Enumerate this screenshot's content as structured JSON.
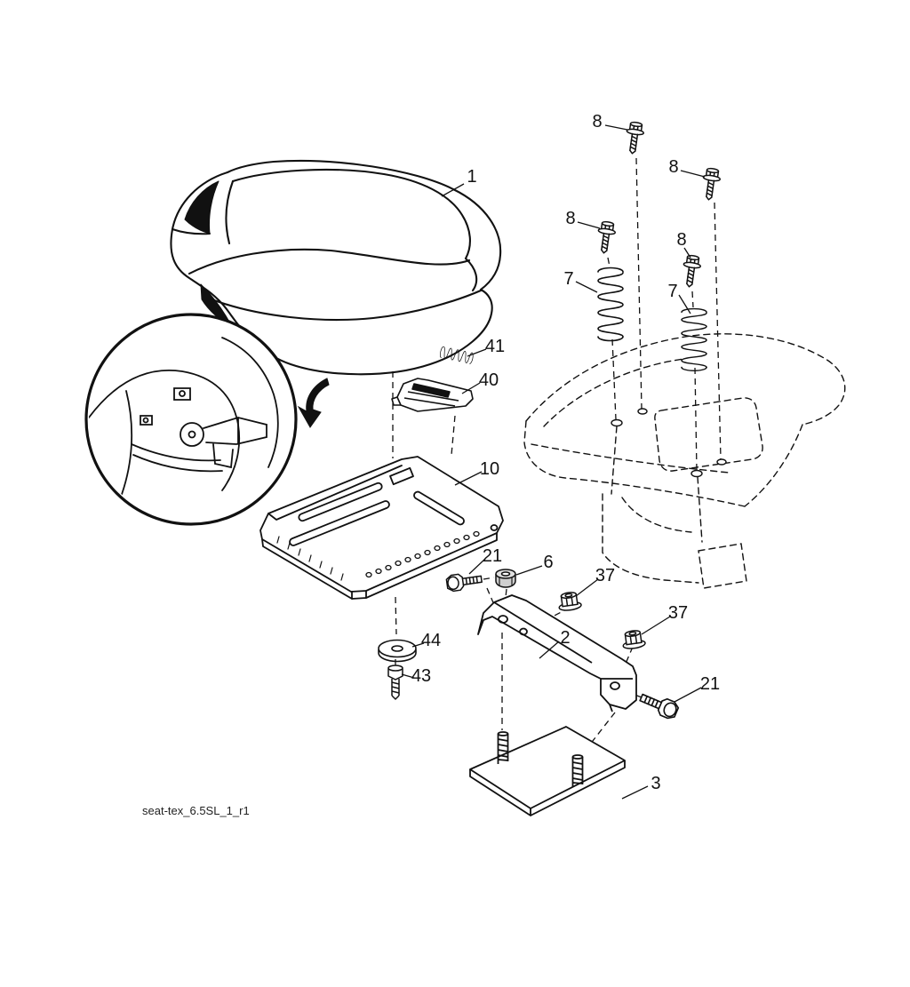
{
  "page": {
    "background": "#ffffff",
    "line_color": "#111111"
  },
  "diagram": {
    "caption": "seat-tex_6.5SL_1_r1",
    "parts": {
      "seat": "1",
      "bracket": "2",
      "plate": "3",
      "nut": "6",
      "spring_a": "7",
      "spring_b": "7",
      "bolt_a": "8",
      "bolt_b": "8",
      "bolt_c": "8",
      "bolt_d": "8",
      "pan": "10",
      "shoulder_bolt_a": "21",
      "shoulder_bolt_b": "21",
      "flange_nut_a": "37",
      "flange_nut_b": "37",
      "clip": "40",
      "small_spring": "41",
      "hinge_bolt": "43",
      "washer": "44"
    }
  }
}
